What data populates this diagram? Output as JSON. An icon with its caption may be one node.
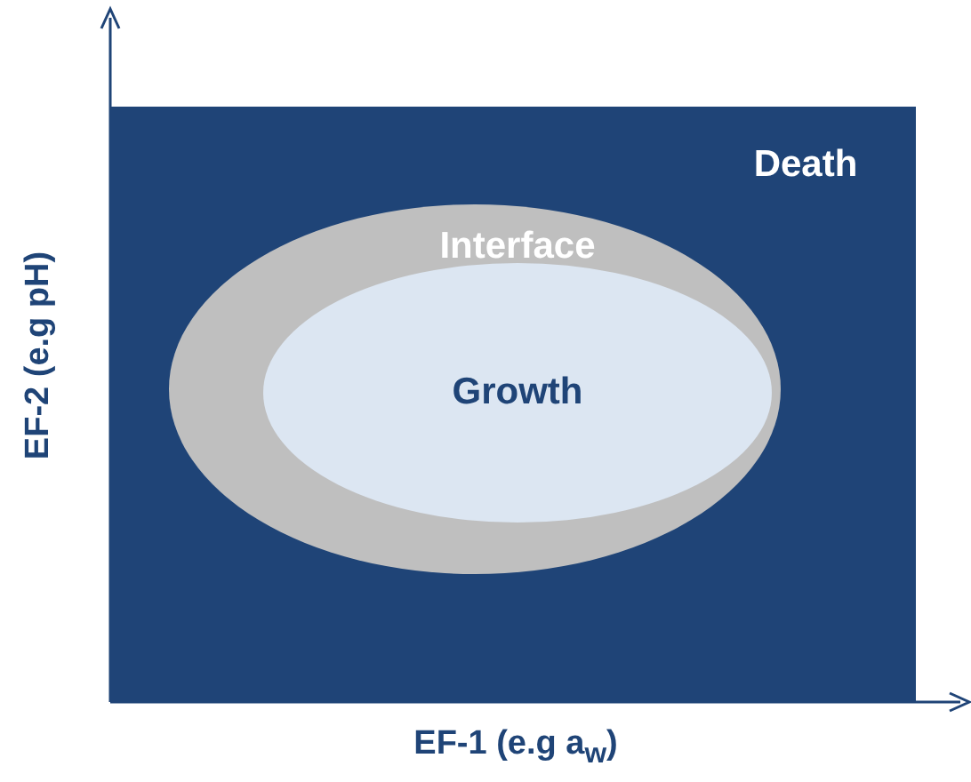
{
  "diagram": {
    "nodes": [
      {
        "text": [
          "Death"
        ]
      },
      {
        "text": [
          "Interface"
        ],
        "in": 0
      },
      {
        "text": [
          "Growth"
        ],
        "in": 1
      }
    ],
    "labels": [
      "EF-2 (e.g pH)",
      "EF-1 (e.g a$_{w}$)"
    ]
  }
}
